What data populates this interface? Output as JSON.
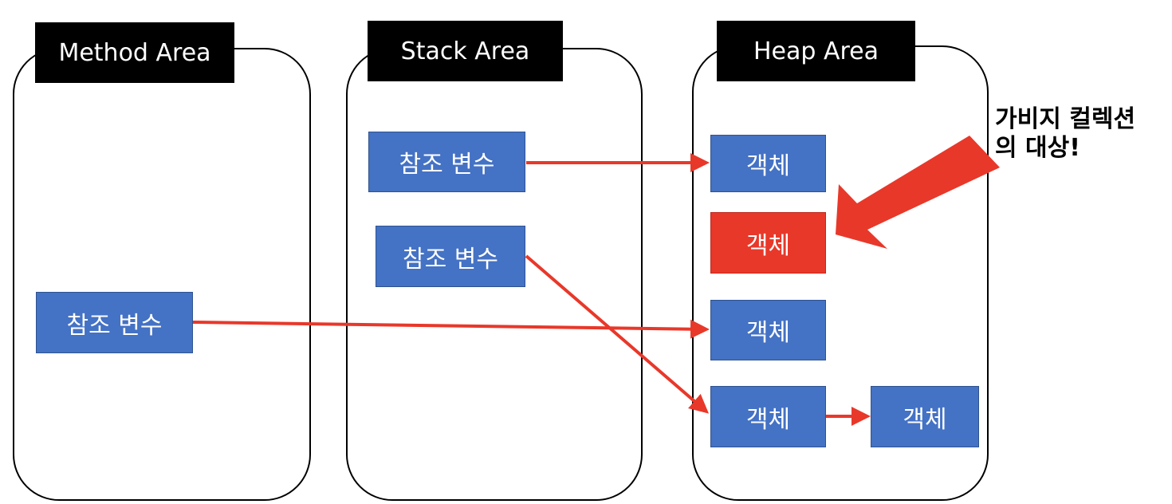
{
  "areas": {
    "method": "Method Area",
    "stack": "Stack Area",
    "heap": "Heap Area"
  },
  "reference_variable": "참조 변수",
  "object": "객체",
  "gc_note": "가비지 컬렉션\n의 대상!",
  "colors": {
    "box_blue": "#4472c4",
    "gc_red": "#e8382a",
    "arrow_red": "#e8382a"
  }
}
